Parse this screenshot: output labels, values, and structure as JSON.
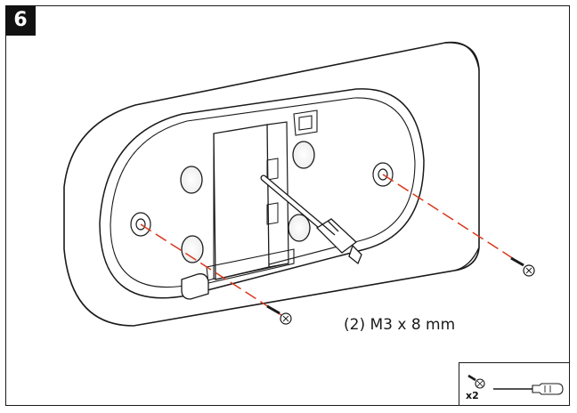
{
  "step": {
    "number": "6"
  },
  "hardware": {
    "label": "(2) M3 x 8 mm"
  },
  "tools": {
    "quantity": "x2",
    "items": [
      "screw-icon",
      "screwdriver-icon"
    ]
  },
  "colors": {
    "guide_line": "#d9381e",
    "outline": "#1a1a1a",
    "badge": "#111111"
  }
}
